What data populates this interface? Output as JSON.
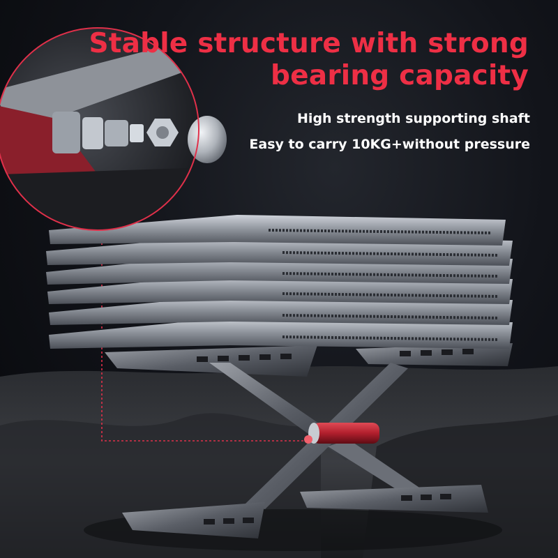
{
  "headline": {
    "line1": "Stable structure with strong",
    "line2": "bearing capacity",
    "color": "#ee2f45"
  },
  "features": [
    "High strength supporting shaft",
    "Easy to carry 10KG+without pressure"
  ],
  "subjects": {
    "detail_inset": "exploded-bearing-shaft-closeup",
    "main_product": "stacked-laptops-on-folding-stand",
    "ground": "dark-sandy-terrain"
  }
}
